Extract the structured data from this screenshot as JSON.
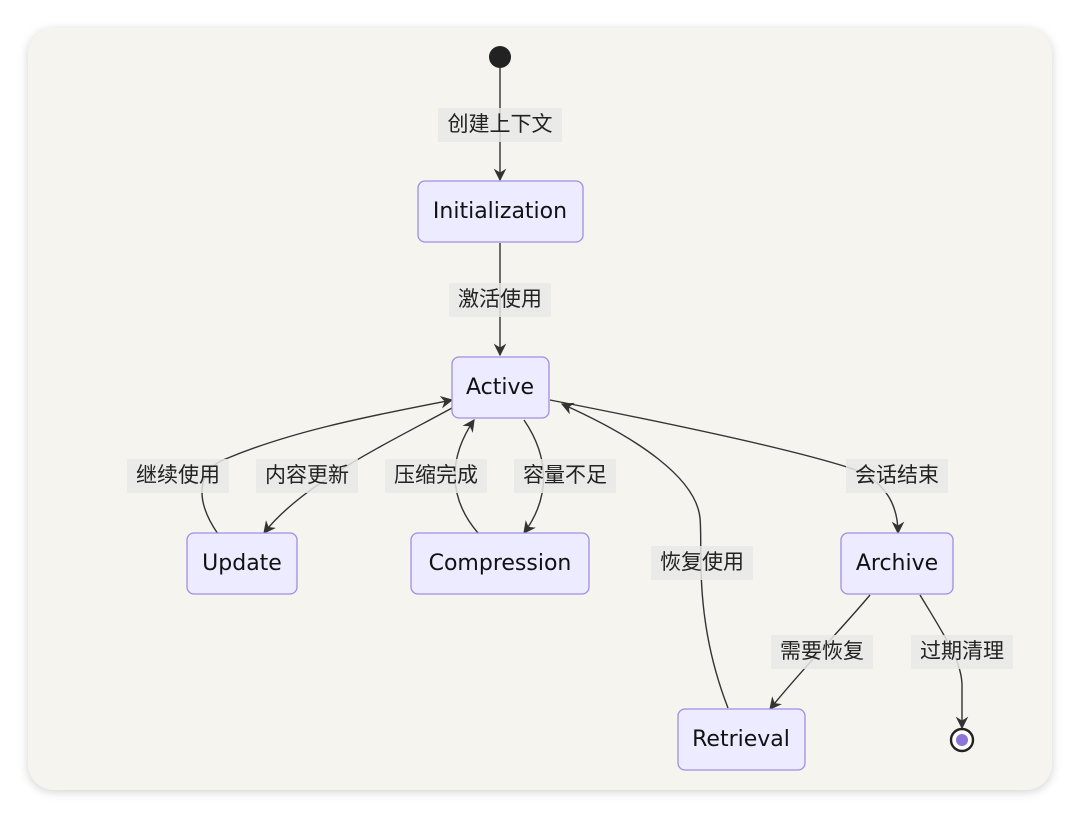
{
  "states": {
    "initialization": "Initialization",
    "active": "Active",
    "update": "Update",
    "compression": "Compression",
    "archive": "Archive",
    "retrieval": "Retrieval"
  },
  "transitions": {
    "start_to_init": "创建上下文",
    "init_to_active": "激活使用",
    "update_to_active": "继续使用",
    "active_to_update": "内容更新",
    "compression_to_active": "压缩完成",
    "active_to_compression": "容量不足",
    "retrieval_to_active": "恢复使用",
    "active_to_archive": "会话结束",
    "archive_to_retrieval": "需要恢复",
    "archive_to_end": "过期清理"
  },
  "colors": {
    "state_fill": "#ecebff",
    "state_border": "#9f8fe0",
    "end_dot": "#8c74d8",
    "edge": "#333333",
    "background": "#f5f4ef"
  }
}
